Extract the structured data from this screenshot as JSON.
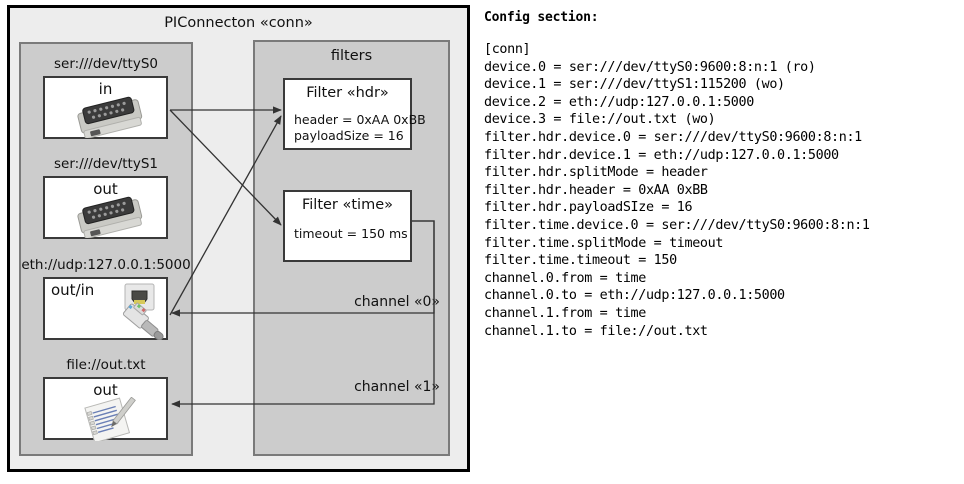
{
  "diagram": {
    "title": "PIConnecton «conn»",
    "left_column": {
      "devices": [
        {
          "label": "ser:///dev/ttyS0",
          "direction": "in",
          "icon": "serial-connector-icon"
        },
        {
          "label": "ser:///dev/ttyS1",
          "direction": "out",
          "icon": "serial-connector-icon"
        },
        {
          "label": "eth://udp:127.0.0.1:5000",
          "direction": "out/in",
          "icon": "ethernet-plug-icon"
        },
        {
          "label": "file://out.txt",
          "direction": "out",
          "icon": "text-file-icon"
        }
      ]
    },
    "filters": {
      "title": "filters",
      "items": [
        {
          "title": "Filter «hdr»",
          "props": [
            "header = 0xAA 0xBB",
            "payloadSize = 16"
          ]
        },
        {
          "title": "Filter «time»",
          "props": [
            "timeout = 150 ms"
          ]
        }
      ],
      "channels": [
        "channel «0»",
        "channel «1»"
      ]
    },
    "colors": {
      "outer_fill": "#ededed",
      "outer_border": "#000000",
      "group_fill": "#cccccc",
      "group_border": "#7a7a7a",
      "node_fill": "#ffffff",
      "node_border": "#3a3a3a",
      "line": "#333333"
    }
  },
  "config": {
    "heading": "Config section:",
    "lines": [
      "[conn]",
      "device.0 = ser:///dev/ttyS0:9600:8:n:1 (ro)",
      "device.1 = ser:///dev/ttyS1:115200 (wo)",
      "device.2 = eth://udp:127.0.0.1:5000",
      "device.3 = file://out.txt (wo)",
      "filter.hdr.device.0 = ser:///dev/ttyS0:9600:8:n:1",
      "filter.hdr.device.1 = eth://udp:127.0.0.1:5000",
      "filter.hdr.splitMode = header",
      "filter.hdr.header = 0xAA 0xBB",
      "filter.hdr.payloadSIze = 16",
      "filter.time.device.0 = ser:///dev/ttyS0:9600:8:n:1",
      "filter.time.splitMode = timeout",
      "filter.time.timeout = 150",
      "channel.0.from = time",
      "channel.0.to = eth://udp:127.0.0.1:5000",
      "channel.1.from = time",
      "channel.1.to = file://out.txt"
    ]
  }
}
